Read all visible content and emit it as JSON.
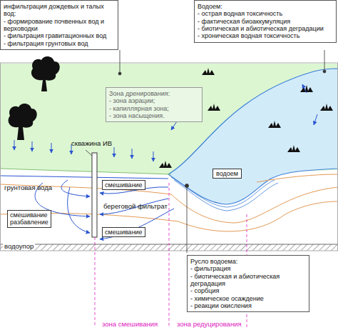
{
  "diagram": {
    "nodes": [
      {
        "text": [
          "инфильтрация дождевых и талых вод:",
          "- формирование почвенных вод и верховодки",
          "- фильтрация гравитационных вод",
          "- фильтрация грунтовых вод"
        ]
      },
      {
        "text": [
          "Водоем:",
          "- острая водная токсичность",
          "- фактическая биоаккумуляция",
          "- биотическая и абиотическая деградации",
          "- хроническая водная токсичность"
        ]
      },
      {
        "text": [
          "Зона дренирования:",
          "- зона аэрации;",
          "- капиллярная зона;",
          "- зона насыщения."
        ]
      },
      {
        "text": [
          "смешивание"
        ]
      },
      {
        "text": [
          "смешивание разбавление"
        ]
      },
      {
        "text": [
          "смешивание"
        ]
      },
      {
        "text": [
          "водоем"
        ]
      },
      {
        "text": [
          "Русло водоема:",
          "- фильтрация",
          "- биотическая и абиотическая деградация",
          "- сорбция",
          "- химическое осаждение",
          "- реакции окисления"
        ]
      }
    ],
    "labels": [
      "скважина ИВ",
      "грунтовая вода",
      "береговой фильтрат",
      "водоупор",
      "зона смешивания",
      "зона редуцирования"
    ]
  }
}
